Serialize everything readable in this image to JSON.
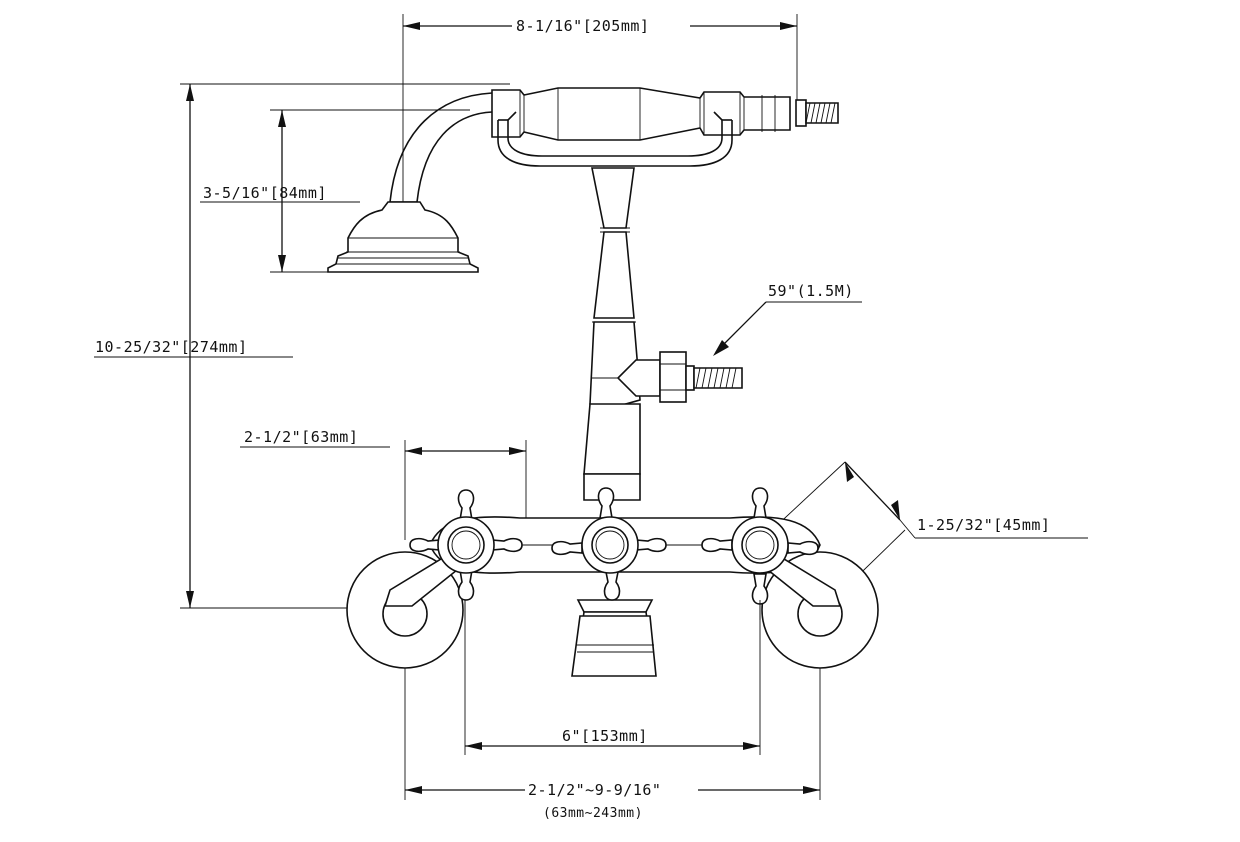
{
  "dimensions": {
    "overall_width": "8-1/16\"[205mm]",
    "spray_head_height": "3-5/16\"[84mm]",
    "overall_height": "10-25/32\"[274mm]",
    "hose_length": "59\"(1.5M)",
    "inlet_offset": "2-1/2\"[63mm]",
    "handle_diameter": "1-25/32\"[45mm]",
    "handle_spacing": "6\"[153mm]",
    "center_range": "2-1/2\"~9-9/16\"",
    "center_range_metric": "(63mm~243mm)"
  }
}
